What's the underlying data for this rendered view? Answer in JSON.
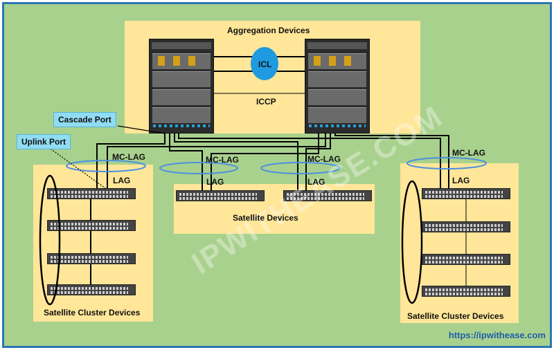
{
  "aggregation": {
    "title": "Aggregation Devices",
    "icl": "ICL",
    "iccp": "ICCP"
  },
  "callouts": {
    "cascade_port": "Cascade Port",
    "uplink_port": "Uplink Port"
  },
  "left_cluster": {
    "mc_lag": "MC-LAG",
    "lag": "LAG",
    "title": "Satellite Cluster Devices"
  },
  "center": {
    "mc_lag_left": "MC-LAG",
    "lag_left": "LAG",
    "mc_lag_right": "MC-LAG",
    "lag_right": "LAG",
    "title": "Satellite Devices"
  },
  "right_cluster": {
    "mc_lag": "MC-LAG",
    "lag": "LAG",
    "title": "Satellite Cluster Devices"
  },
  "watermark": "IPWITHEASE.COM",
  "footer_url": "https://ipwithease.com",
  "colors": {
    "frame": "#2e75b6",
    "background": "#a9d18e",
    "panel": "#ffe699",
    "callout": "#8fdcf3",
    "icl": "#1e9be0",
    "lag_ring": "#4a90e2",
    "url": "#1f5fa8"
  }
}
